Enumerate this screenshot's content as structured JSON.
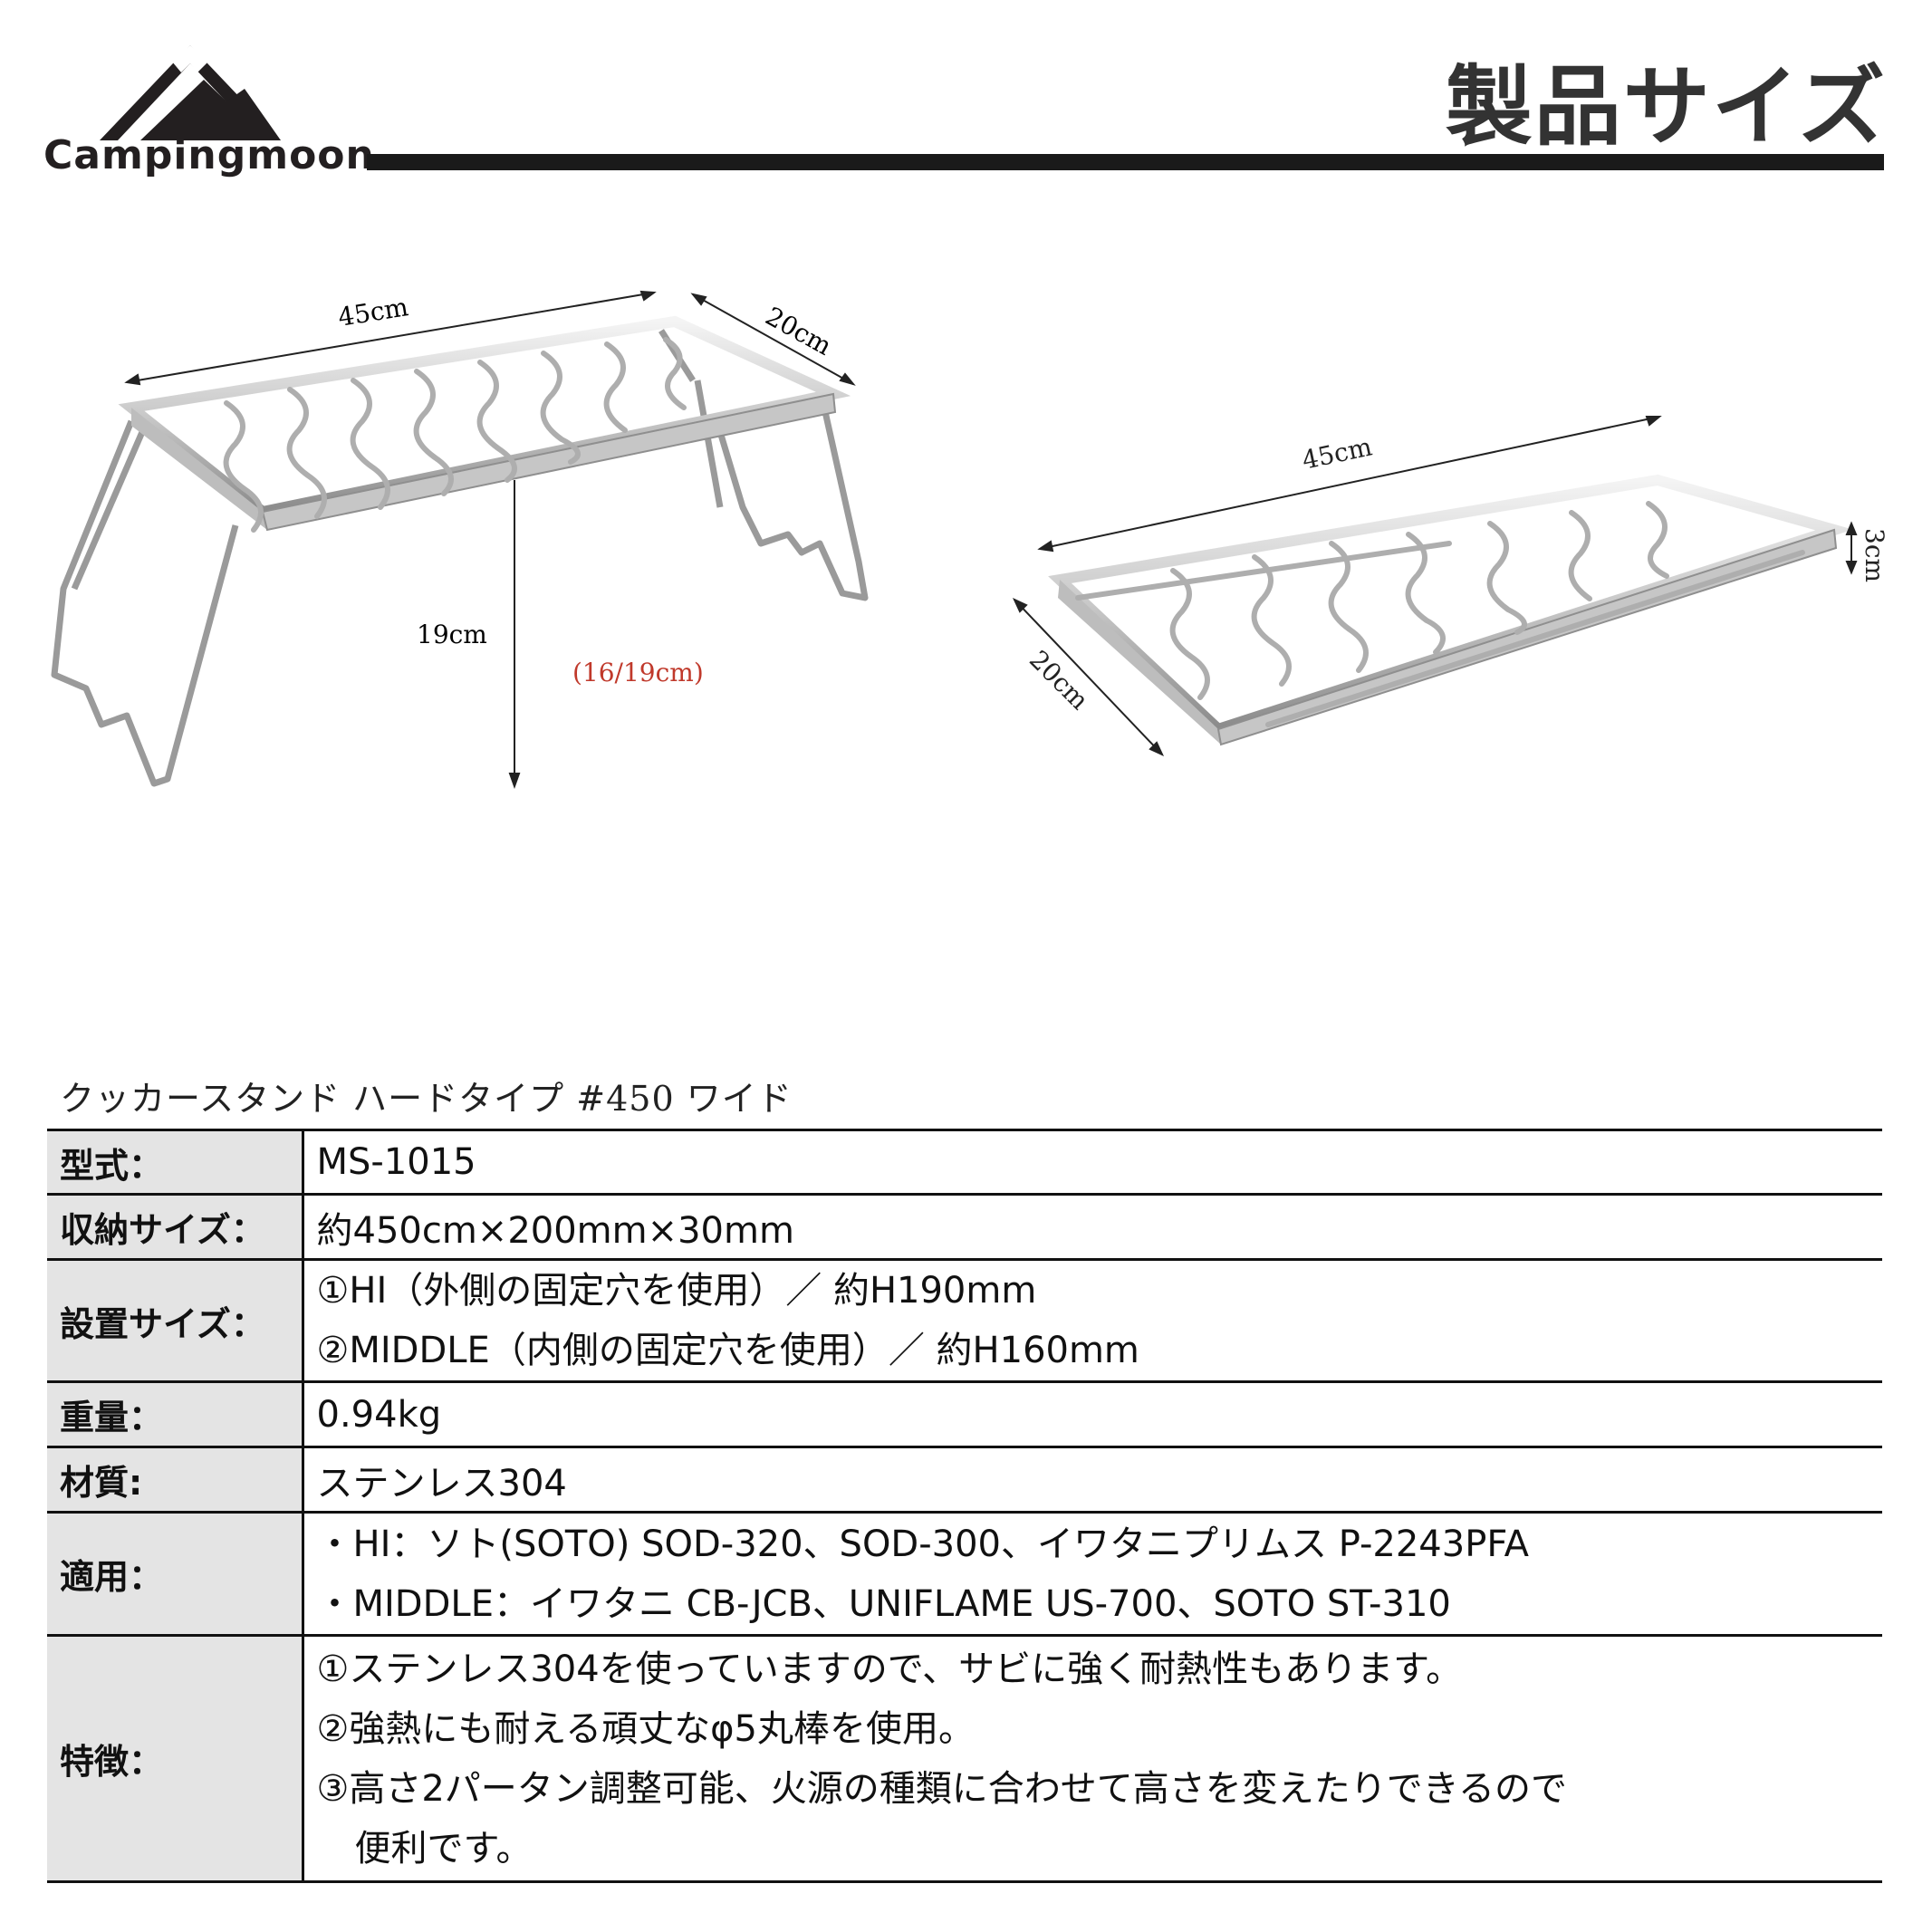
{
  "brand": {
    "name": "Campingmoon"
  },
  "header": {
    "title": "製品サイズ"
  },
  "diagram_left": {
    "width": "45cm",
    "depth": "20cm",
    "height": "19cm",
    "height_options": "(16/19cm)"
  },
  "diagram_right": {
    "width": "45cm",
    "depth": "20cm",
    "thickness": "3cm"
  },
  "product_name": "クッカースタンド ハードタイプ #450 ワイド",
  "specs": {
    "model": {
      "label": "型式：",
      "value": "MS-1015"
    },
    "storage": {
      "label": "収納サイズ：",
      "value": "約450cm×200mm×30mm"
    },
    "setup": {
      "label": "設置サイズ：",
      "lines": [
        "①HI（外側の固定穴を使用）／ 約H190mm",
        "②MIDDLE（内側の固定穴を使用）／ 約H160mm"
      ]
    },
    "weight": {
      "label": "重量：",
      "value": "0.94kg"
    },
    "material": {
      "label": "材質:",
      "value": "ステンレス304"
    },
    "compat": {
      "label": "適用：",
      "lines": [
        "・HI：ソト(SOTO) SOD-320、SOD-300、イワタニプリムス P-2243PFA",
        "・MIDDLE：イワタニ CB-JCB、UNIFLAME US-700、SOTO ST-310"
      ]
    },
    "features": {
      "label": "特徴：",
      "lines": [
        "①ステンレス304を使っていますので、サビに強く耐熱性もあります。",
        "②強熱にも耐える頑丈なφ5丸棒を使用。",
        "③高さ2パータン調整可能、火源の種類に合わせて高さを変えたりできるので",
        "便利です。"
      ]
    }
  }
}
